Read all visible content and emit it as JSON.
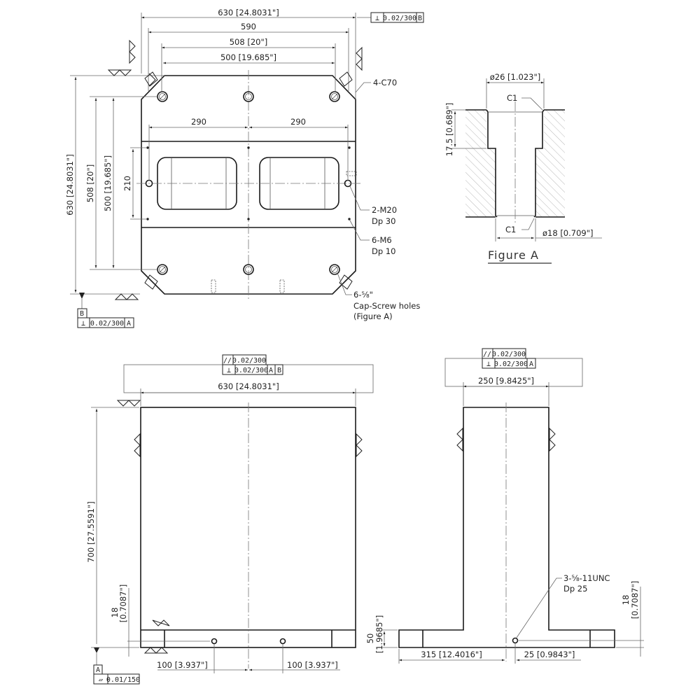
{
  "drawing": {
    "top_view": {
      "overall_width": "630 [24.8031\"]",
      "inner_width_590": "590",
      "width_508": "508 [20\"]",
      "width_500": "500 [19.685\"]",
      "overall_height": "630 [24.8031\"]",
      "height_508": "508 [20\"]",
      "height_500": "500 [19.685\"]",
      "spacing_left": "290",
      "spacing_right": "290",
      "slot_height": "210",
      "callout_chamfer": "4-C70",
      "callout_m20_line1": "2-M20",
      "callout_m20_line2": "Dp 30",
      "callout_m6_line1": "6-M6",
      "callout_m6_line2": "Dp 10",
      "callout_cap_line1": "6-⅝\"",
      "callout_cap_line2": "Cap-Screw holes",
      "callout_cap_line3": "(Figure A)",
      "fcf_top": {
        "symbol": "⊥",
        "tolerance": "0.02/300",
        "datum": "B"
      },
      "datum_b": {
        "label": "B",
        "symbol": "⊥",
        "tolerance": "0.02/300",
        "datum": "A"
      }
    },
    "figure_a": {
      "title": "Figure A",
      "counterbore_dia": "ø26 [1.023\"]",
      "counterbore_depth": "17.5 [0.689\"]",
      "chamfer_top": "C1",
      "chamfer_bottom": "C1",
      "hole_dia": "ø18 [0.709\"]"
    },
    "front_view": {
      "fcf_parallel": {
        "symbol": "//",
        "tolerance": "0.02/300"
      },
      "fcf_perp": {
        "symbol": "⊥",
        "tolerance": "0.02/300",
        "datum1": "A",
        "datum2": "B"
      },
      "width": "630 [24.8031\"]",
      "height": "700 [27.5591\"]",
      "base_hole_height_val": "18",
      "base_hole_height_in": "[0.7087\"]",
      "hole_offset_left": "100 [3.937\"]",
      "hole_offset_right": "100 [3.937\"]",
      "datum_a": {
        "label": "A",
        "symbol": "▱",
        "tolerance": "0.01/150"
      }
    },
    "side_view": {
      "fcf_parallel": {
        "symbol": "//",
        "tolerance": "0.02/300"
      },
      "fcf_perp": {
        "symbol": "⊥",
        "tolerance": "0.02/300",
        "datum": "A"
      },
      "width": "250 [9.8425\"]",
      "base_height_val": "50",
      "base_height_in": "[1.9685\"]",
      "half_base": "315 [12.4016\"]",
      "hole_offset": "25 [0.9843\"]",
      "hole_height_val": "18",
      "hole_height_in": "[0.7087\"]",
      "callout_line1": "3-⅝-11UNC",
      "callout_line2": "Dp 25"
    }
  }
}
